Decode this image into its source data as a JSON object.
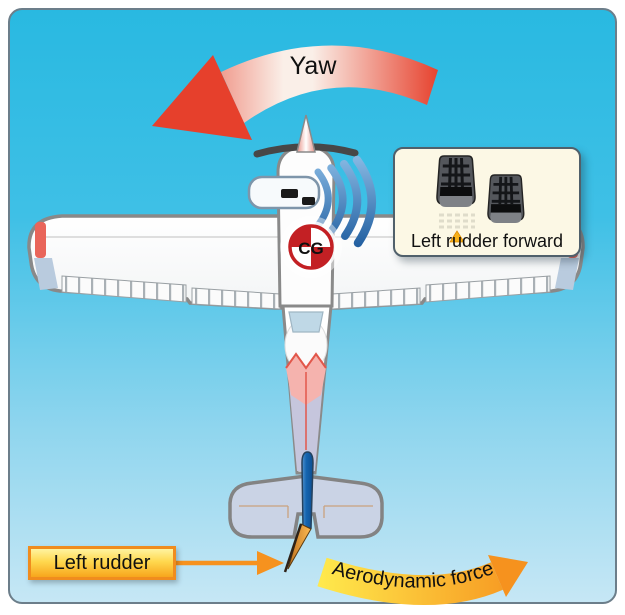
{
  "diagram": {
    "yaw_label": "Yaw",
    "cg_label": "CG",
    "left_rudder_label": "Left rudder",
    "aerodynamic_force_label": "Aerodynamic force",
    "inset": {
      "caption": "Left rudder forward"
    },
    "colors": {
      "sky_top": "#29B9E1",
      "sky_bottom": "#C6E7F5",
      "yaw_arrow_red": "#E6402C",
      "slipstream_blue": "#3D7AB8",
      "fin_blue": "#1565B0",
      "rudder_orange": "#F7A13B",
      "pointer_orange": "#F6921E",
      "ribbon_yellow": "#FFE94C",
      "ribbon_orange": "#F6921E",
      "cg_red": "#C32024",
      "label_border_orange": "#F08C1E",
      "inset_background": "#FCF8E5",
      "stabilizer_gray_blue": "#CAD3E5",
      "pedal_dark_gray": "#54575C"
    }
  }
}
